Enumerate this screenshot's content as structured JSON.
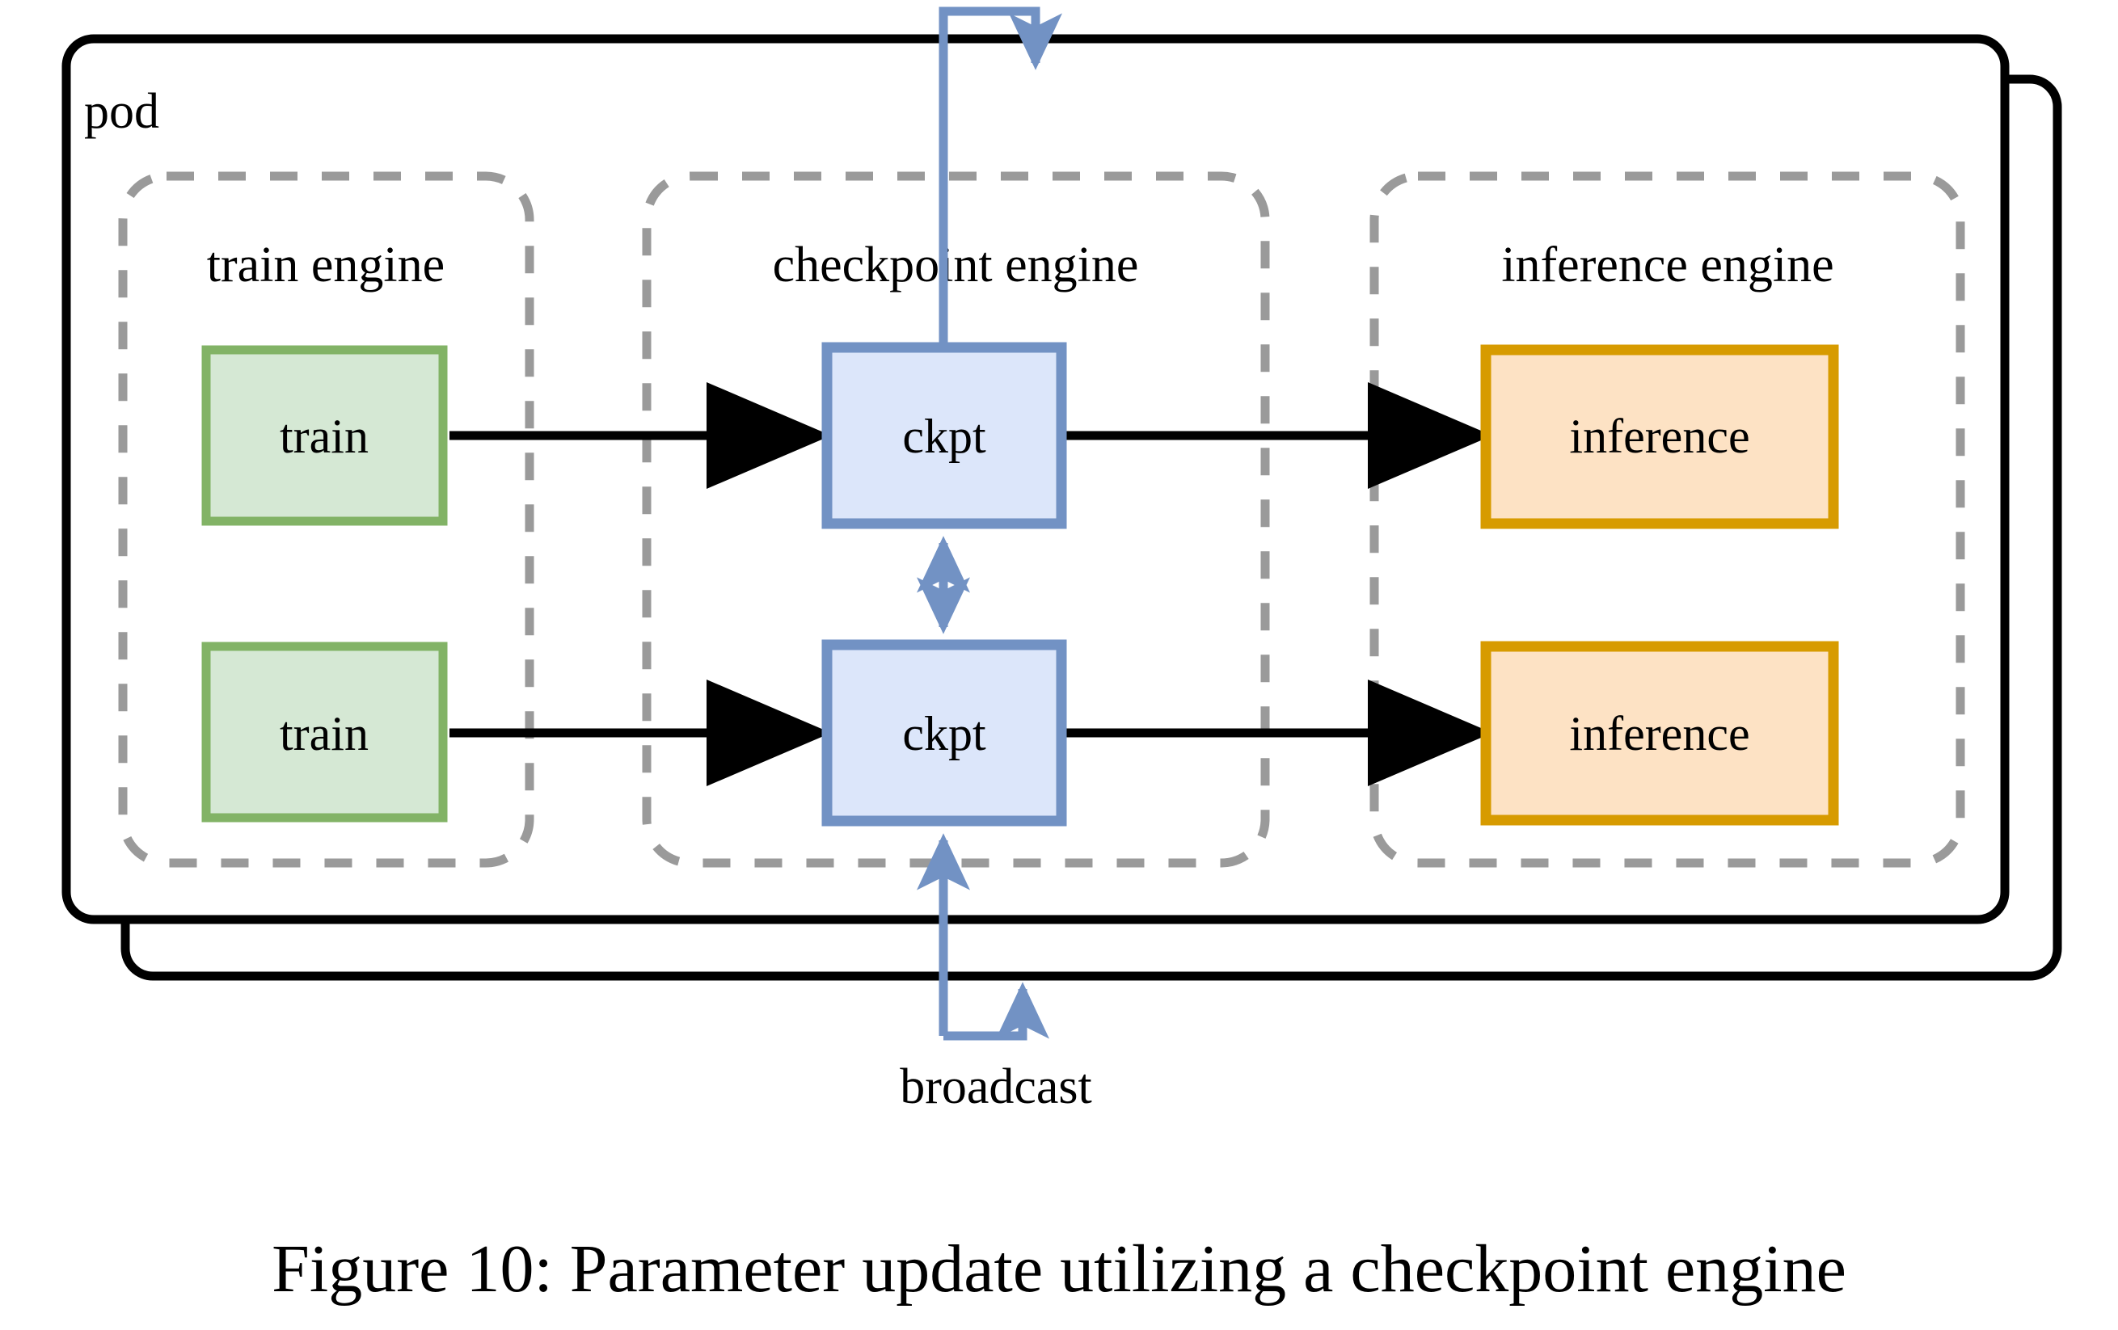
{
  "figure": {
    "caption": "Figure 10: Parameter update utilizing a checkpoint engine",
    "pod_label": "pod",
    "broadcast_label": "broadcast"
  },
  "engines": [
    {
      "id": "train-engine",
      "label": "train engine"
    },
    {
      "id": "checkpoint-engine",
      "label": "checkpoint engine"
    },
    {
      "id": "inference-engine",
      "label": "inference engine"
    }
  ],
  "nodes": {
    "train_top": "train",
    "train_bottom": "train",
    "ckpt_top": "ckpt",
    "ckpt_bottom": "ckpt",
    "inference_top": "inference",
    "inference_bottom": "inference"
  },
  "colors": {
    "train_fill": "#d5e8d4",
    "train_stroke": "#82b366",
    "ckpt_fill": "#dce6fa",
    "ckpt_stroke": "#7292c4",
    "inference_fill": "#fde2c4",
    "inference_stroke": "#d79b00",
    "pod_stroke": "#000000",
    "engine_dash_stroke": "#9a9a9a",
    "flow_arrow": "#000000",
    "broadcast_arrow": "#7292c4",
    "background": "#ffffff"
  },
  "flows": [
    {
      "from": "train_top",
      "to": "ckpt_top",
      "style": "solid-black"
    },
    {
      "from": "ckpt_top",
      "to": "inference_top",
      "style": "solid-black"
    },
    {
      "from": "train_bottom",
      "to": "ckpt_bottom",
      "style": "solid-black"
    },
    {
      "from": "ckpt_bottom",
      "to": "inference_bottom",
      "style": "solid-black"
    },
    {
      "from": "ckpt_top",
      "to": "ckpt_bottom",
      "style": "blue-double"
    },
    {
      "from": "broadcast",
      "to": "ckpt_bottom",
      "style": "blue-up"
    },
    {
      "from": "ckpt_top",
      "to": "pod-external",
      "style": "blue-loop"
    }
  ]
}
